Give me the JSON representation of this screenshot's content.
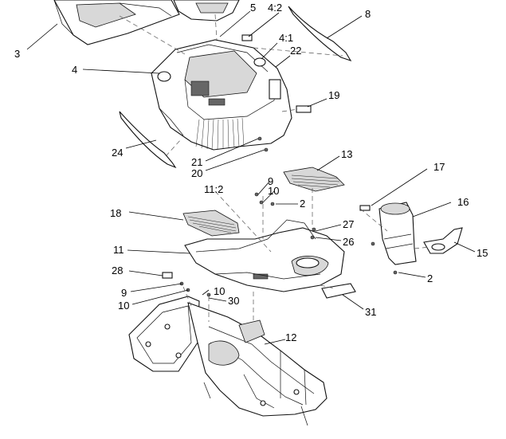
{
  "diagram": {
    "callouts": [
      {
        "id": "c3",
        "label": "3"
      },
      {
        "id": "c4",
        "label": "4"
      },
      {
        "id": "c5",
        "label": "5"
      },
      {
        "id": "c4-2",
        "label": "4:2"
      },
      {
        "id": "c4-1",
        "label": "4:1"
      },
      {
        "id": "c22",
        "label": "22"
      },
      {
        "id": "c8",
        "label": "8"
      },
      {
        "id": "c19",
        "label": "19"
      },
      {
        "id": "c24",
        "label": "24"
      },
      {
        "id": "c21",
        "label": "21"
      },
      {
        "id": "c20",
        "label": "20"
      },
      {
        "id": "c13",
        "label": "13"
      },
      {
        "id": "c9a",
        "label": "9"
      },
      {
        "id": "c10a",
        "label": "10"
      },
      {
        "id": "c2a",
        "label": "2"
      },
      {
        "id": "c11-2",
        "label": "11:2"
      },
      {
        "id": "c17",
        "label": "17"
      },
      {
        "id": "c16",
        "label": "16"
      },
      {
        "id": "c18",
        "label": "18"
      },
      {
        "id": "c27",
        "label": "27"
      },
      {
        "id": "c26",
        "label": "26"
      },
      {
        "id": "c15",
        "label": "15"
      },
      {
        "id": "c11",
        "label": "11"
      },
      {
        "id": "c2b",
        "label": "2"
      },
      {
        "id": "c28",
        "label": "28"
      },
      {
        "id": "c9b",
        "label": "9"
      },
      {
        "id": "c10b",
        "label": "10"
      },
      {
        "id": "c10c",
        "label": "10"
      },
      {
        "id": "c30",
        "label": "30"
      },
      {
        "id": "c31",
        "label": "31"
      },
      {
        "id": "c12",
        "label": "12"
      }
    ]
  }
}
